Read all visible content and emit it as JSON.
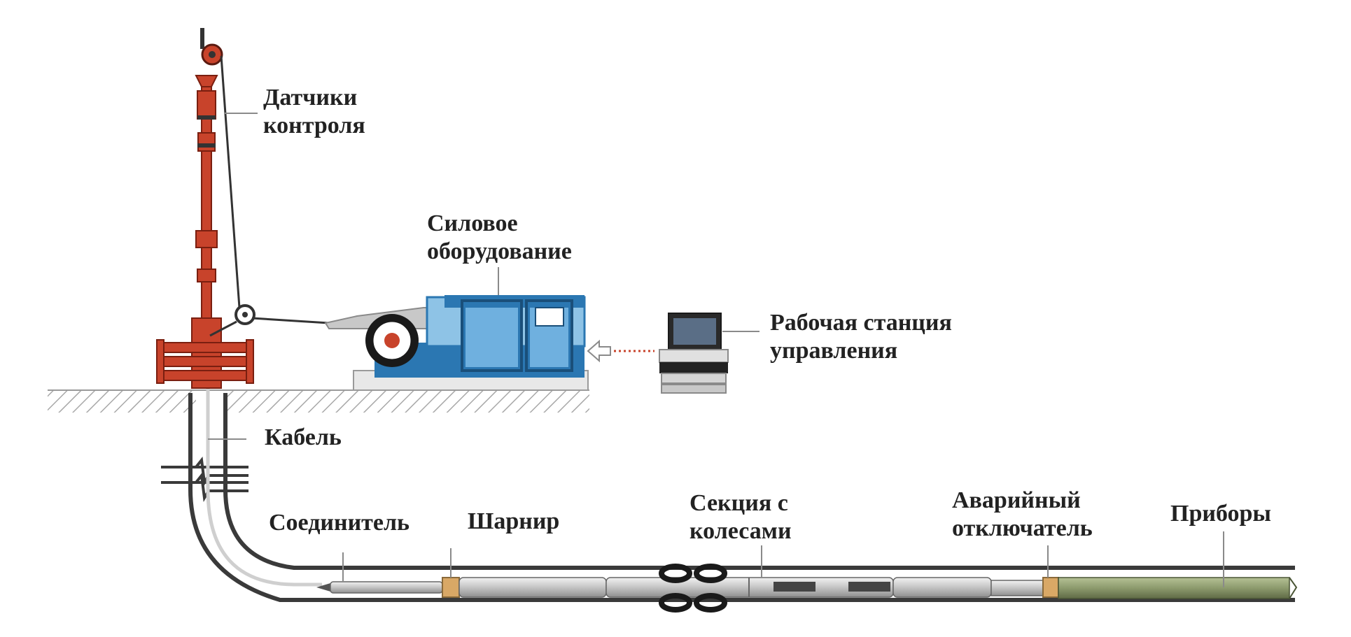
{
  "labels": {
    "sensors": [
      "Датчики",
      "контроля"
    ],
    "power": [
      "Силовое",
      "оборудование"
    ],
    "station": [
      "Рабочая станция",
      "управления"
    ],
    "cable": [
      "Кабель"
    ],
    "connector": [
      "Соединитель"
    ],
    "hinge": [
      "Шарнир"
    ],
    "wheels": [
      "Секция с",
      "колесами"
    ],
    "emergency": [
      "Аварийный",
      "отключатель"
    ],
    "instruments": [
      "Приборы"
    ]
  },
  "colors": {
    "tower": "#c8432b",
    "truck_dark": "#2b77b2",
    "truck_light": "#8ec3e6",
    "tool": "#c9c9c9",
    "collar": "#d9a866",
    "instrument": "#8c9a6d",
    "ground": "#9a9a9a",
    "well_line": "#3a3a3a"
  }
}
